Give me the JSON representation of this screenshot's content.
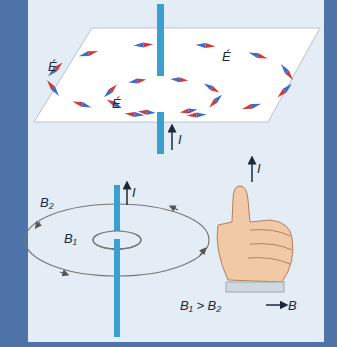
{
  "diagram": {
    "labels": [
      "É",
      "É",
      "É",
      "I",
      "I",
      "I",
      "B₂",
      "B₁",
      "B₁ > B₂",
      "B"
    ]
  }
}
